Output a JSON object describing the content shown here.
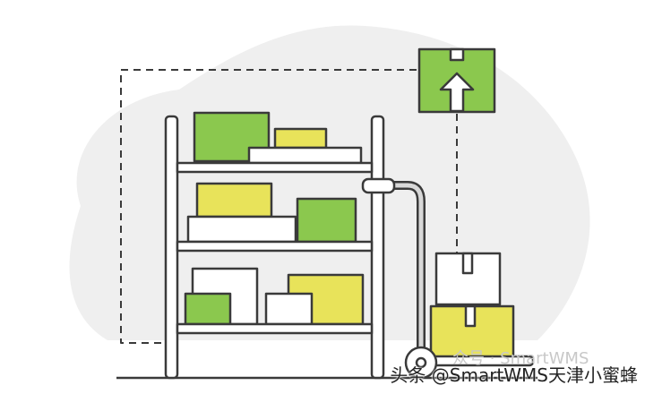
{
  "illustration": {
    "subject": "warehouse-shelf-with-hand-truck",
    "colors": {
      "green": "#8BC84E",
      "yellow": "#E8E35A",
      "outline": "#3a3a3a",
      "blob": "#EFEFEF",
      "white": "#FFFFFF"
    }
  },
  "watermark": {
    "main": "头条 @SmartWMS天津小蜜蜂",
    "faint": "众号 · SmartWMS"
  }
}
